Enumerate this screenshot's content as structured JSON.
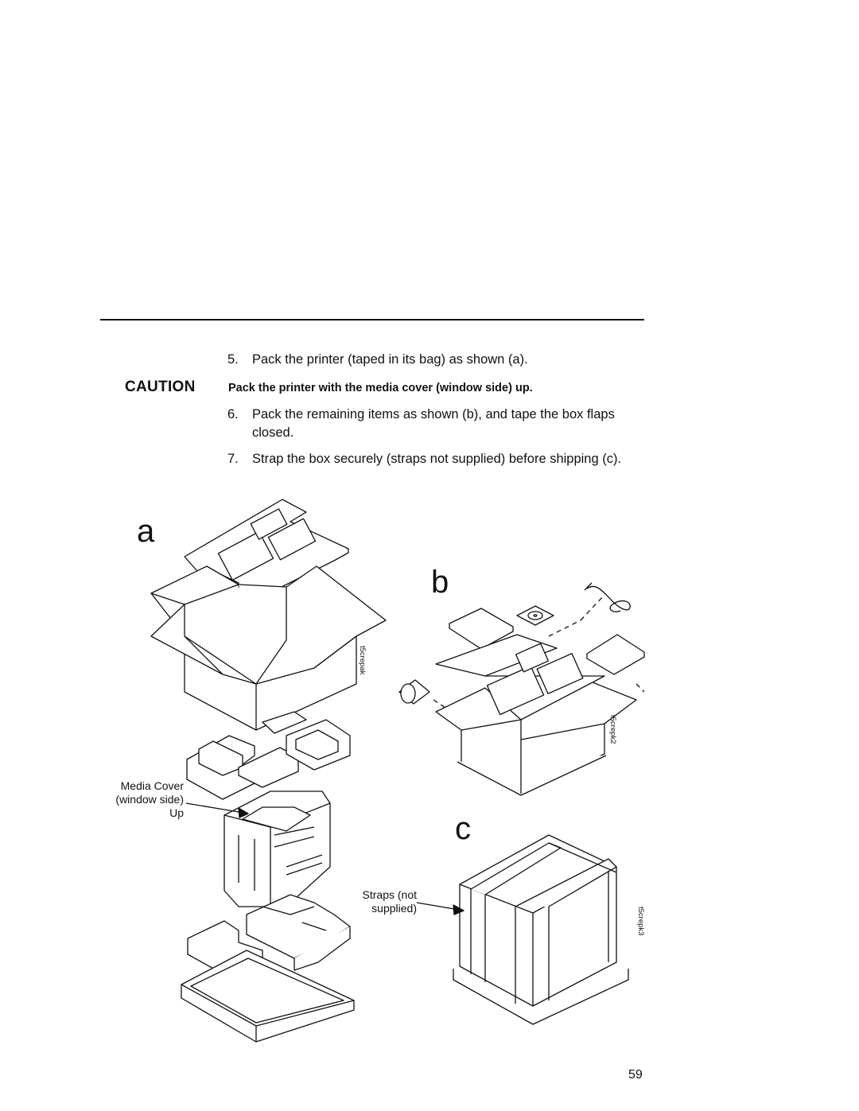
{
  "steps": [
    {
      "number": "5.",
      "text": "Pack the printer (taped in its bag) as shown (a)."
    },
    {
      "number": "6.",
      "text_line1": "Pack the remaining items as shown (b), and tape the box flaps",
      "text_line2": "closed."
    },
    {
      "number": "7.",
      "text": "Strap the box securely (straps not supplied) before shipping (c)."
    }
  ],
  "caution": {
    "label": "CAUTION",
    "text": "Pack the printer with the media cover (window side) up."
  },
  "figures": {
    "a": {
      "letter": "a",
      "tag": "t5crepak",
      "callout": {
        "line1": "Media Cover",
        "line2": "(window side)",
        "line3": "Up"
      }
    },
    "b": {
      "letter": "b",
      "tag": "t5crepk2"
    },
    "c": {
      "letter": "c",
      "tag": "t5crepk3",
      "callout": {
        "line1": "Straps (not",
        "line2": "supplied)"
      }
    }
  },
  "page_number": "59"
}
